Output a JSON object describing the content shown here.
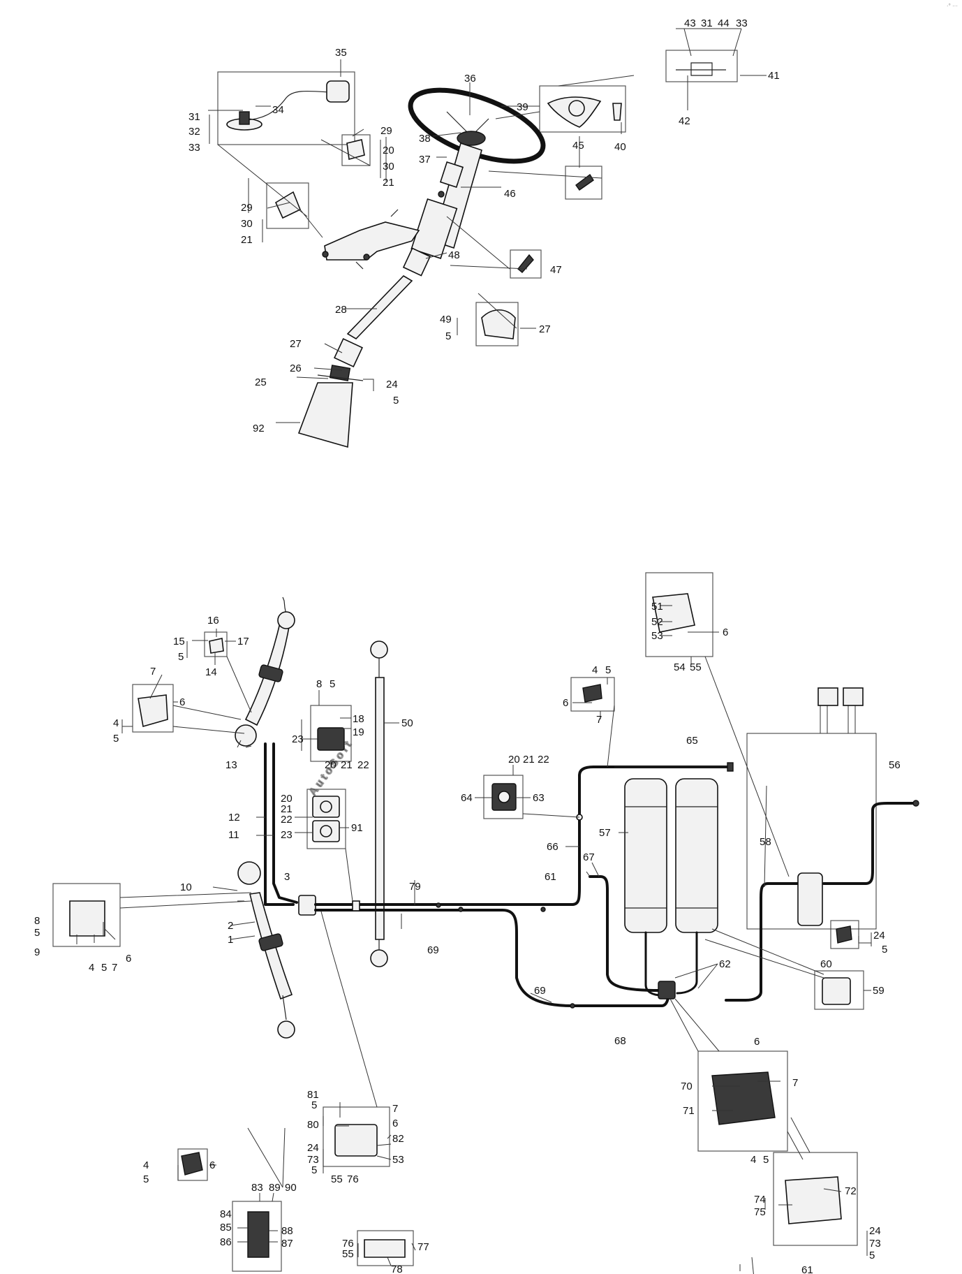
{
  "watermark": "AutoSoft",
  "corner_mark": "·° ···",
  "upper_assembly": {
    "labels": [
      "43",
      "31",
      "44",
      "33",
      "35",
      "36",
      "41",
      "39",
      "40",
      "42",
      "31",
      "32",
      "33",
      "34",
      "29",
      "20",
      "30",
      "21",
      "38",
      "37",
      "45",
      "46",
      "29",
      "30",
      "21",
      "48",
      "47",
      "28",
      "49",
      "5",
      "27",
      "27",
      "26",
      "25",
      "24",
      "5",
      "92"
    ]
  },
  "lower_assembly": {
    "labels": [
      "16",
      "15",
      "5",
      "17",
      "14",
      "7",
      "6",
      "4",
      "5",
      "8",
      "5",
      "18",
      "19",
      "23",
      "20",
      "21",
      "22",
      "13",
      "50",
      "20",
      "21",
      "22",
      "91",
      "23",
      "12",
      "11",
      "10",
      "3",
      "79",
      "8",
      "5",
      "9",
      "2",
      "1",
      "6",
      "4",
      "5",
      "7",
      "69",
      "51",
      "52",
      "53",
      "6",
      "54",
      "55",
      "4",
      "5",
      "6",
      "7",
      "65",
      "20",
      "21",
      "22",
      "64",
      "63",
      "66",
      "57",
      "56",
      "67",
      "61",
      "58",
      "24",
      "5",
      "62",
      "60",
      "59",
      "69",
      "68",
      "81",
      "5",
      "80",
      "24",
      "73",
      "5",
      "7",
      "6",
      "82",
      "53",
      "55",
      "76",
      "4",
      "5",
      "6",
      "83",
      "89",
      "90",
      "84",
      "85",
      "86",
      "88",
      "87",
      "76",
      "55",
      "77",
      "78",
      "6",
      "70",
      "7",
      "71",
      "4",
      "5",
      "72",
      "74",
      "75",
      "24",
      "73",
      "5",
      "61"
    ]
  }
}
